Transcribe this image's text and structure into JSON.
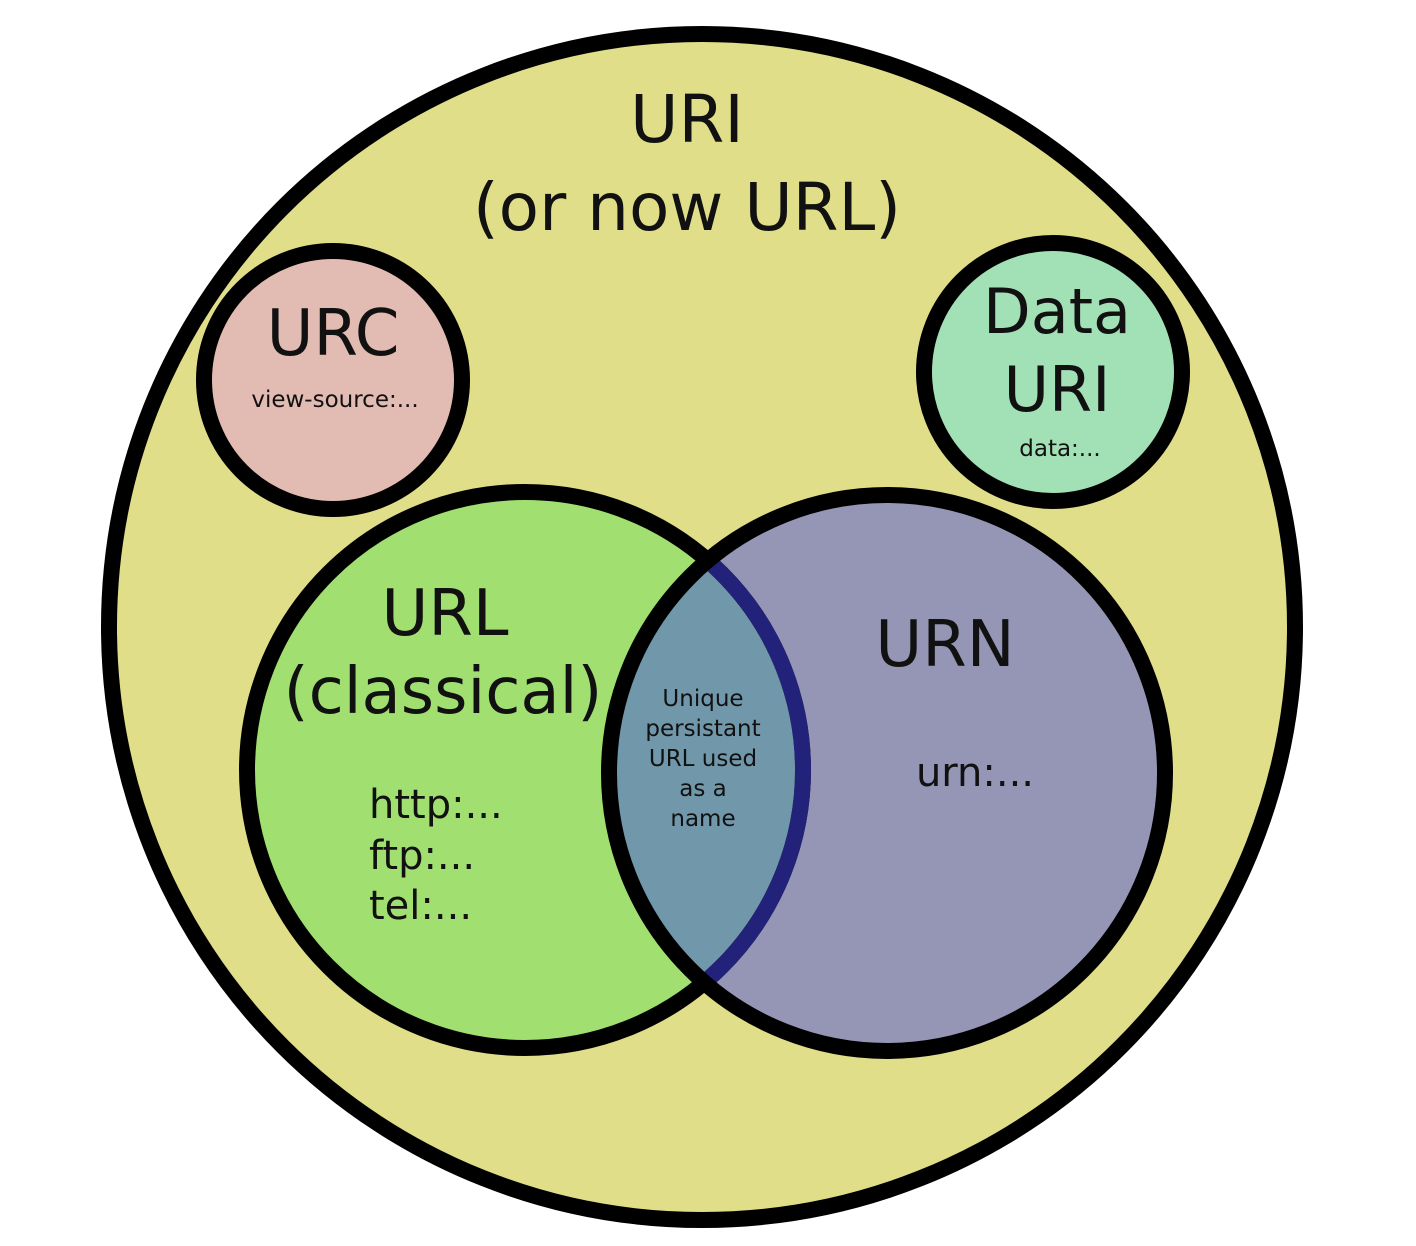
{
  "diagram": {
    "uri": {
      "line1": "URI",
      "line2": "(or now URL)",
      "fill": "#e0de88"
    },
    "urc": {
      "title": "URC",
      "example": "view-source:...",
      "fill": "#e2bbb2"
    },
    "data_uri": {
      "line1": "Data",
      "line2": "URI",
      "example": "data:...",
      "fill": "#a2e0b6"
    },
    "url_classical": {
      "line1": "URL",
      "line2": "(classical)",
      "examples": [
        "http:...",
        "ftp:...",
        "tel:..."
      ],
      "fill": "#a1e070"
    },
    "urn": {
      "title": "URN",
      "example": "urn:...",
      "fill": "#9596b5"
    },
    "overlap": {
      "lines": [
        "Unique",
        "persistant",
        "URL used",
        "as a",
        "name"
      ],
      "fill": "#7197aa",
      "edge_color": "#23227a"
    },
    "outline_color": "#000000"
  }
}
